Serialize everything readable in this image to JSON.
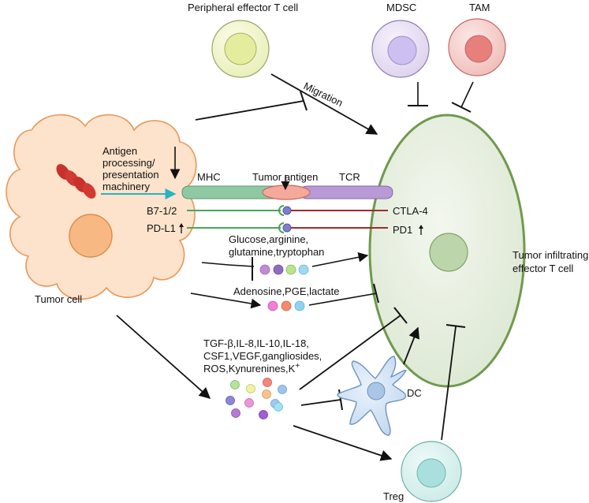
{
  "cells": {
    "peripheral_t": {
      "label": "Peripheral effector T cell",
      "outer_fill": "#eef3c6",
      "outer_stroke": "#9aa36a",
      "inner_fill": "#e2ea9c"
    },
    "mdsc": {
      "label": "MDSC",
      "outer_fill": "#e6def2",
      "outer_stroke": "#8d7fb0",
      "inner_fill": "#cbbcea"
    },
    "tam": {
      "label": "TAM",
      "outer_fill": "#f4cfcc",
      "outer_stroke": "#c26a66",
      "inner_fill": "#e8827c"
    },
    "tumor_cell": {
      "label": "Tumor cell",
      "fill": "#fde4cc",
      "stroke": "#e89a5c",
      "nucleus_fill": "#f8b884"
    },
    "til": {
      "label_line1": "Tumor infiltrating",
      "label_line2": "effector T cell",
      "fill": "#e6eedf",
      "stroke": "#6f9a4d",
      "nucleus_fill": "#b9d3a6"
    },
    "dc": {
      "label": "DC",
      "fill": "#cfe1f3",
      "stroke": "#6e93bd",
      "nucleus_fill": "#a9c6e6"
    },
    "treg": {
      "label": "Treg",
      "outer_fill": "#d8f0ee",
      "outer_stroke": "#6aa8a4",
      "inner_fill": "#a9e0de"
    }
  },
  "labels": {
    "migration": "Migration",
    "antigen_line1": "Antigen",
    "antigen_line2": "processing/",
    "antigen_line3": "presentation",
    "antigen_line4": "machinery",
    "mhc": "MHC",
    "tumor_antigen": "Tumor antigen",
    "tcr": "TCR",
    "b7": "B7-1/2",
    "pdl1": "PD-L1",
    "ctla4": "CTLA-4",
    "pd1": "PD1",
    "nutrients_line1": "Glucose,arginine,",
    "nutrients_line2": "glutamine,tryptophan",
    "adenosine": "Adenosine,PGE,lactate",
    "factors_line1": "TGF-β,IL-8,IL-10,IL-18,",
    "factors_line2": "CSF1,VEGF,gangliosides,",
    "factors_line3": "ROS,Kynurenines,K",
    "factors_sup": "+"
  },
  "colors": {
    "arrow": "#111111",
    "antigen_arrow": "#29b3c4",
    "mhc_fill": "#8fc9a3",
    "tcr_fill": "#b99ad6",
    "antigen_fill": "#f4a99a",
    "ligand_line": "#4aa55a",
    "receptor_line": "#a22a2a",
    "receptor_knob": "#7f7ec9"
  }
}
